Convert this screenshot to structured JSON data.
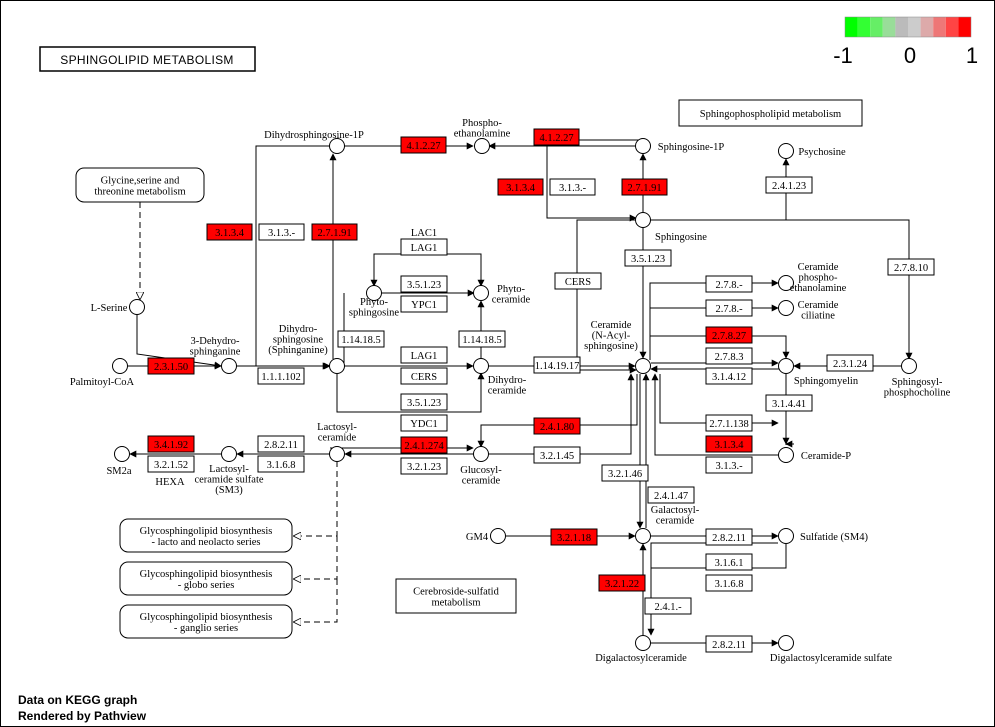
{
  "title": "SPHINGOLIPID METABOLISM",
  "legend": {
    "colors": [
      "#00ff00",
      "#33ff33",
      "#66ee66",
      "#99dd99",
      "#bbbbbb",
      "#cccccc",
      "#ddaaaa",
      "#ee7777",
      "#ff4444",
      "#ff0000"
    ],
    "ticks": [
      "-1",
      "0",
      "1"
    ]
  },
  "footer": {
    "line1": "Data on KEGG graph",
    "line2": "Rendered by Pathview"
  },
  "colors": {
    "highlight": "#ff0000",
    "plain": "#ffffff",
    "stroke": "#000000"
  },
  "enzymes": [
    {
      "id": "e1",
      "label": "3.1.3.4",
      "hl": true
    },
    {
      "id": "e2",
      "label": "3.1.3.-",
      "hl": false
    },
    {
      "id": "e3",
      "label": "2.7.1.91",
      "hl": true
    },
    {
      "id": "e4",
      "label": "4.1.2.27",
      "hl": true
    },
    {
      "id": "e5",
      "label": "4.1.2.27",
      "hl": true
    },
    {
      "id": "e6",
      "label": "3.1.3.4",
      "hl": true
    },
    {
      "id": "e7",
      "label": "3.1.3.-",
      "hl": false
    },
    {
      "id": "e8",
      "label": "2.7.1.91",
      "hl": true
    },
    {
      "id": "e9",
      "label": "2.4.1.23",
      "hl": false
    },
    {
      "id": "e10",
      "label": "LAC1",
      "hl": false,
      "plain": true
    },
    {
      "id": "e11",
      "label": "LAG1",
      "hl": false
    },
    {
      "id": "e12",
      "label": "3.5.1.23",
      "hl": false
    },
    {
      "id": "e13",
      "label": "YPC1",
      "hl": false
    },
    {
      "id": "e14",
      "label": "1.14.18.5",
      "hl": false
    },
    {
      "id": "e15",
      "label": "1.14.18.5",
      "hl": false
    },
    {
      "id": "e16",
      "label": "3.5.1.23",
      "hl": false
    },
    {
      "id": "e17",
      "label": "CERS",
      "hl": false
    },
    {
      "id": "e18",
      "label": "2.7.8.10",
      "hl": false
    },
    {
      "id": "e19",
      "label": "2.3.1.50",
      "hl": true
    },
    {
      "id": "e20",
      "label": "1.1.1.102",
      "hl": false
    },
    {
      "id": "e21",
      "label": "LAG1",
      "hl": false
    },
    {
      "id": "e22",
      "label": "CERS",
      "hl": false
    },
    {
      "id": "e23",
      "label": "3.5.1.23",
      "hl": false
    },
    {
      "id": "e24",
      "label": "YDC1",
      "hl": false
    },
    {
      "id": "e25",
      "label": "1.14.19.17",
      "hl": false
    },
    {
      "id": "e26",
      "label": "2.7.8.-",
      "hl": false
    },
    {
      "id": "e27",
      "label": "2.7.8.-",
      "hl": false
    },
    {
      "id": "e28",
      "label": "2.7.8.27",
      "hl": true
    },
    {
      "id": "e29",
      "label": "2.7.8.3",
      "hl": false
    },
    {
      "id": "e30",
      "label": "3.1.4.12",
      "hl": false
    },
    {
      "id": "e31",
      "label": "2.3.1.24",
      "hl": false
    },
    {
      "id": "e32",
      "label": "3.1.4.41",
      "hl": false
    },
    {
      "id": "e33",
      "label": "2.7.1.138",
      "hl": false
    },
    {
      "id": "e34",
      "label": "3.1.3.4",
      "hl": true
    },
    {
      "id": "e35",
      "label": "3.1.3.-",
      "hl": false
    },
    {
      "id": "e36",
      "label": "3.2.1.45",
      "hl": false
    },
    {
      "id": "e37",
      "label": "2.4.1.80",
      "hl": true
    },
    {
      "id": "e38",
      "label": "3.2.1.46",
      "hl": false
    },
    {
      "id": "e39",
      "label": "2.4.1.47",
      "hl": false
    },
    {
      "id": "e40",
      "label": "2.4.1.274",
      "hl": true
    },
    {
      "id": "e41",
      "label": "3.2.1.23",
      "hl": false
    },
    {
      "id": "e42",
      "label": "3.2.1.22",
      "hl": true
    },
    {
      "id": "e43",
      "label": "2.4.1.-",
      "hl": false
    },
    {
      "id": "e44",
      "label": "2.8.2.11",
      "hl": false
    },
    {
      "id": "e45",
      "label": "3.1.6.1",
      "hl": false
    },
    {
      "id": "e46",
      "label": "3.1.6.8",
      "hl": false
    },
    {
      "id": "e47",
      "label": "2.8.2.11",
      "hl": false
    },
    {
      "id": "e48",
      "label": "3.2.1.18",
      "hl": true
    },
    {
      "id": "e49",
      "label": "3.4.1.92",
      "hl": true
    },
    {
      "id": "e50",
      "label": "3.2.1.52",
      "hl": false
    },
    {
      "id": "e51",
      "label": "2.8.2.11",
      "hl": false
    },
    {
      "id": "e52",
      "label": "3.1.6.8",
      "hl": false
    }
  ],
  "compounds": [
    {
      "id": "c_dhs1p",
      "label": "Dihydrosphingosine-1P"
    },
    {
      "id": "c_pea",
      "label": "Phospho-\nethanolamine"
    },
    {
      "id": "c_s1p",
      "label": "Sphingosine-1P"
    },
    {
      "id": "c_psychosine",
      "label": "Psychosine"
    },
    {
      "id": "c_sphingosine",
      "label": "Sphingosine"
    },
    {
      "id": "c_phytosph",
      "label": "Phyto-\nsphingosine"
    },
    {
      "id": "c_phytocer",
      "label": "Phyto-\nceramide"
    },
    {
      "id": "c_serine",
      "label": "L-Serine"
    },
    {
      "id": "c_palmitoyl",
      "label": "Palmitoyl-CoA"
    },
    {
      "id": "c_3dehydro",
      "label": "3-Dehydro-\nsphinganine"
    },
    {
      "id": "c_dhsph",
      "label": "Dihydro-\nsphingosine\n(Sphinganine)"
    },
    {
      "id": "c_dhcer",
      "label": "Dihydro-\nceramide"
    },
    {
      "id": "c_ceramide",
      "label": "Ceramide\n(N-Acyl-\nsphingosine)"
    },
    {
      "id": "c_cerpea",
      "label": "Ceramide\nphospho-\nethanolamine"
    },
    {
      "id": "c_cerciliatine",
      "label": "Ceramide\nciliatine"
    },
    {
      "id": "c_sphingomyelin",
      "label": "Sphingomyelin"
    },
    {
      "id": "c_sphosphocholine",
      "label": "Sphingosyl-\nphosphocholine"
    },
    {
      "id": "c_cerp",
      "label": "Ceramide-P"
    },
    {
      "id": "c_lactocer",
      "label": "Lactosyl-\nceramide"
    },
    {
      "id": "c_glucocer",
      "label": "Glucosyl-\nceramide"
    },
    {
      "id": "c_sm2a",
      "label": "SM2a"
    },
    {
      "id": "c_lactosulf",
      "label": "Lactosyl-\nceramide sulfate\n(SM3)"
    },
    {
      "id": "c_hexa",
      "label": "HEXA"
    },
    {
      "id": "c_galcer",
      "label": "Galactosyl-\nceramide"
    },
    {
      "id": "c_gm4",
      "label": "GM4"
    },
    {
      "id": "c_sulfatide",
      "label": "Sulfatide (SM4)"
    },
    {
      "id": "c_digal",
      "label": "Digalactosylceramide"
    },
    {
      "id": "c_digalsulf",
      "label": "Digalactosylceramide sulfate"
    }
  ],
  "maps": [
    {
      "id": "m_gly",
      "label": "Glycine,serine and\nthreonine metabolism"
    },
    {
      "id": "m_sphospho",
      "label": "Sphingophospholipid metabolism"
    },
    {
      "id": "m_lacto",
      "label": "Glycosphingolipid biosynthesis\n- lacto and neolacto series"
    },
    {
      "id": "m_globo",
      "label": "Glycosphingolipid biosynthesis\n- globo series"
    },
    {
      "id": "m_ganglio",
      "label": "Glycosphingolipid biosynthesis\n- ganglio series"
    },
    {
      "id": "m_cerebro",
      "label": "Cerebroside-sulfatid\nmetabolism"
    }
  ]
}
